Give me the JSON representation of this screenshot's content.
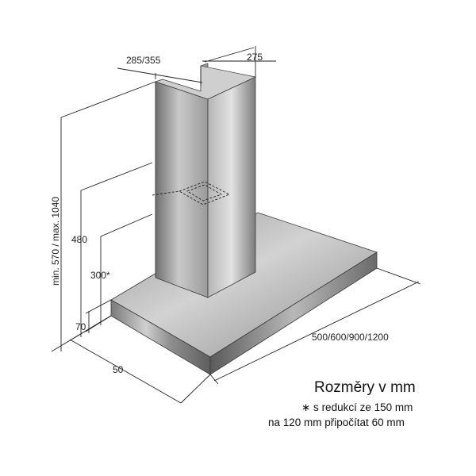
{
  "dimensions": {
    "chimney_width": "285/355",
    "chimney_depth": "275",
    "total_height": "min. 570 / max. 1040",
    "height_480": "480",
    "height_300": "300*",
    "canopy_height": "70",
    "canopy_depth": "50",
    "canopy_width": "500/600/900/1200"
  },
  "legend": {
    "title": "Rozměry v mm",
    "note_line1": "∗ s redukcí ze 150 mm",
    "note_line2": "na 120 mm připočítat 60 mm"
  },
  "colors": {
    "steel_light": "#d9d9d9",
    "steel_mid": "#a8a8a8",
    "steel_dark": "#6e6e6e",
    "outline": "#3a3a3a"
  }
}
